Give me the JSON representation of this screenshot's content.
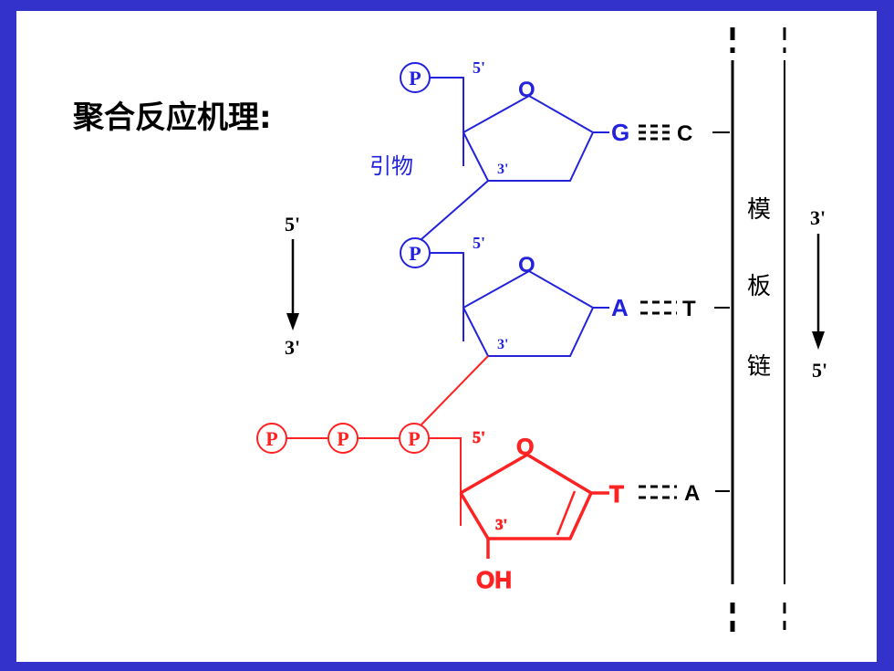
{
  "title": "聚合反应机理:",
  "primer_label": "引物",
  "template_label": [
    "模",
    "板",
    "链"
  ],
  "phosphate_label": "P",
  "prime5": "5'",
  "prime3": "3'",
  "ring_oxygen": "O",
  "hydroxyl": "OH",
  "bases": [
    {
      "base": "G",
      "partner": "C",
      "color": "#2222dd"
    },
    {
      "base": "A",
      "partner": "T",
      "color": "#2222dd"
    },
    {
      "base": "T",
      "partner": "A",
      "color": "#ff2222"
    }
  ],
  "direction_left": {
    "top": "5'",
    "bottom": "3'"
  },
  "direction_right": {
    "top": "3'",
    "bottom": "5'"
  },
  "colors": {
    "primer": "#2222dd",
    "incoming": "#ff2222",
    "border": "#3333cc",
    "template": "#000000"
  }
}
